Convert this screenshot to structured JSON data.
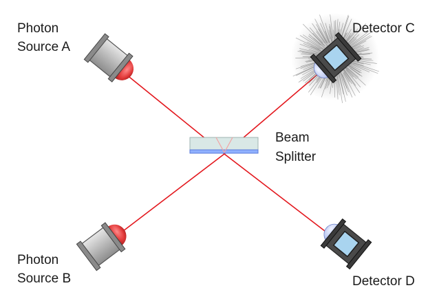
{
  "labels": {
    "source_a": [
      "Photon",
      "Source A"
    ],
    "source_b": [
      "Photon",
      "Source B"
    ],
    "detector_c": "Detector C",
    "detector_d": "Detector D",
    "beam_splitter": [
      "Beam",
      "Splitter"
    ]
  },
  "colors": {
    "beam": "#e3171d",
    "lens": "#e23a3a",
    "detector_window": "#a9d4ef",
    "splitter_fill": "#d9e8e6",
    "splitter_edge": "#5b7bd8"
  },
  "state": {
    "detector_c_firing": true,
    "detector_d_firing": false
  }
}
